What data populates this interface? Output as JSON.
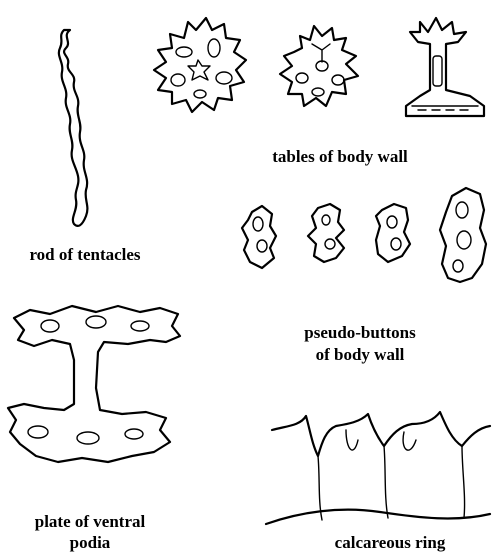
{
  "labels": {
    "rod": "rod of tentacles",
    "tables": "tables of body wall",
    "buttons_line1": "pseudo-buttons",
    "buttons_line2": "of body wall",
    "plate_line1": "plate of ventral",
    "plate_line2": "podia",
    "ring": "calcareous ring"
  }
}
